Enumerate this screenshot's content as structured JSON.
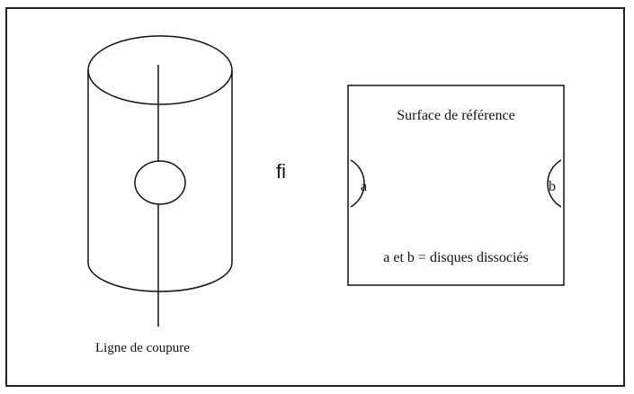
{
  "diagram": {
    "cut_line_label": "Ligne de coupure",
    "arrow_symbol": "fi",
    "surface_title": "Surface de référence",
    "disk_a_label": "a",
    "disk_b_label": "b",
    "disks_caption": "a et b = disques dissociés"
  }
}
